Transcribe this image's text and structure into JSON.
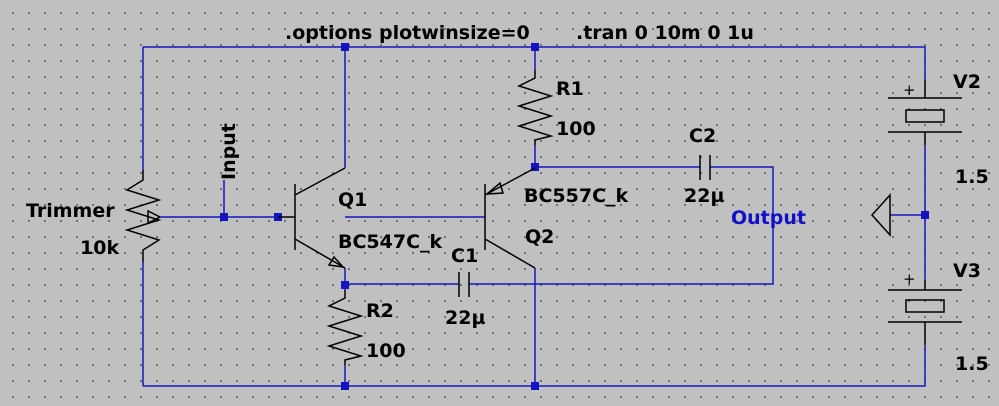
{
  "directives": {
    "options": ".options plotwinsize=0",
    "tran": ".tran 0 10m 0 1u"
  },
  "components": {
    "trimmer": {
      "name": "Trimmer",
      "value": "10k"
    },
    "q1": {
      "name": "Q1",
      "model": "BC547C_k"
    },
    "q2": {
      "name": "Q2",
      "model": "BC557C_k"
    },
    "r1": {
      "name": "R1",
      "value": "100"
    },
    "r2": {
      "name": "R2",
      "value": "100"
    },
    "c1": {
      "name": "C1",
      "value": "22µ"
    },
    "c2": {
      "name": "C2",
      "value": "22µ"
    },
    "v2": {
      "name": "V2",
      "value": "1.5",
      "plus": "+"
    },
    "v3": {
      "name": "V3",
      "value": "1.5",
      "plus": "+"
    }
  },
  "nets": {
    "input": "Input",
    "output": "Output"
  },
  "colors": {
    "background": "#c0c0c0",
    "wire": "#1515c0",
    "component": "#000000",
    "net_label": "#1010c8"
  }
}
